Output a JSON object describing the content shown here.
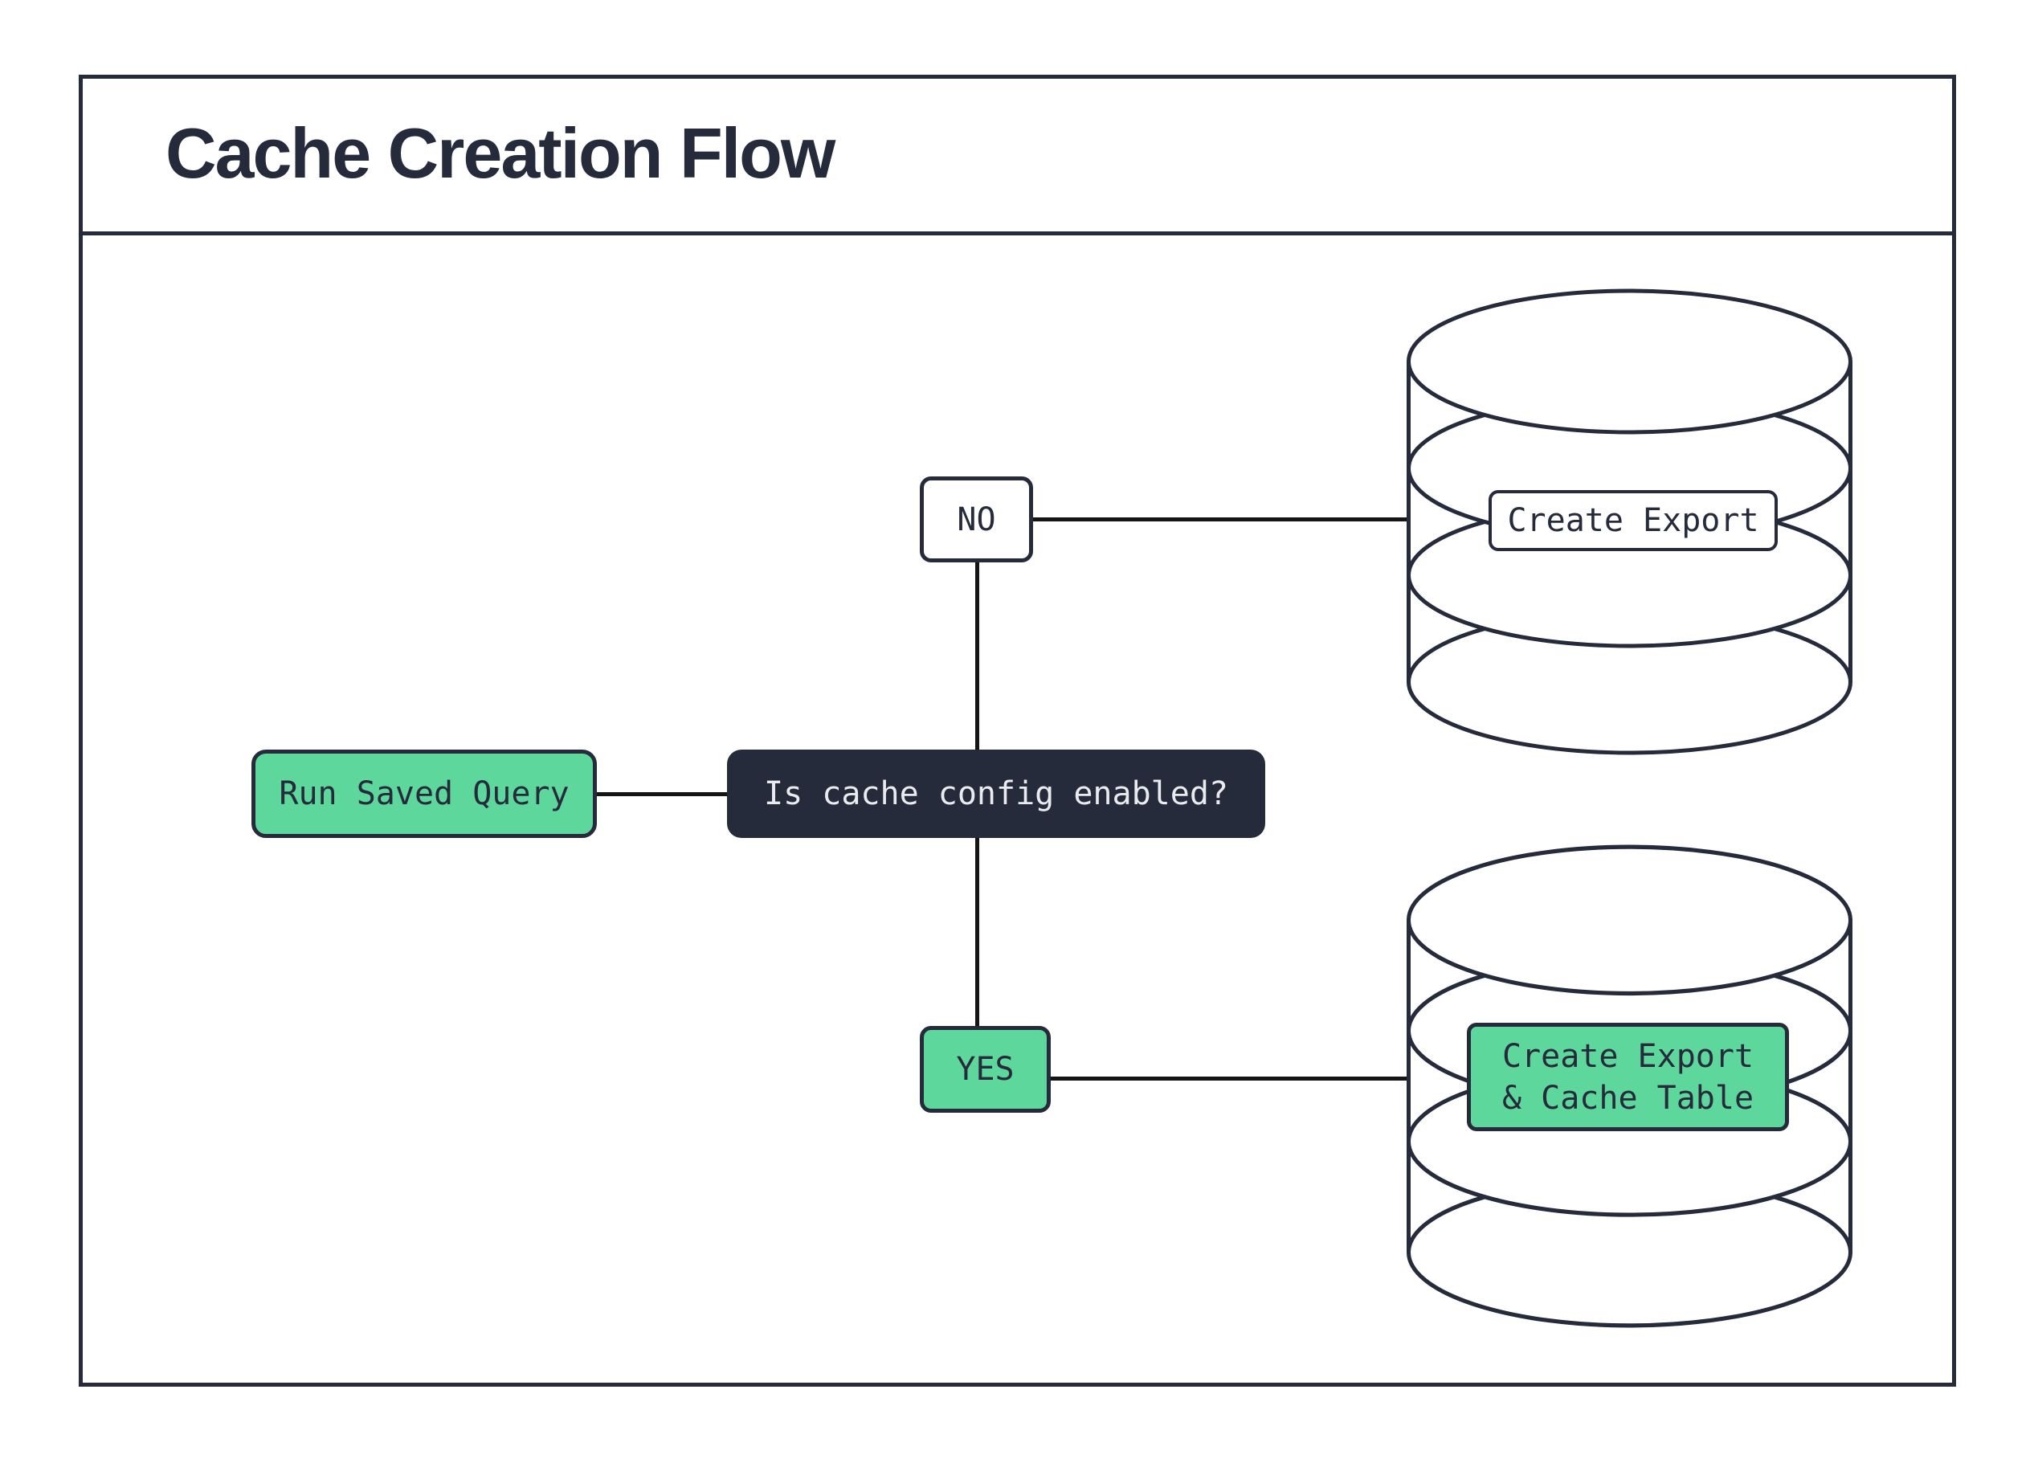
{
  "header": {
    "title": "Cache Creation Flow"
  },
  "flow": {
    "start": {
      "label": "Run Saved Query"
    },
    "decision": {
      "label": "Is cache config enabled?"
    },
    "no_branch": {
      "label": "NO",
      "action_label": "Create Export"
    },
    "yes_branch": {
      "label": "YES",
      "action_line1": "Create Export",
      "action_line2": "& Cache Table"
    }
  },
  "icons": {
    "top_database": "database-cylinder-icon",
    "bottom_database": "database-cylinder-icon"
  },
  "colors": {
    "navy": "#262B3B",
    "green": "#5DD79B",
    "line": "#151515",
    "light": "#E9EBEE",
    "bg": "#FFFFFF"
  }
}
